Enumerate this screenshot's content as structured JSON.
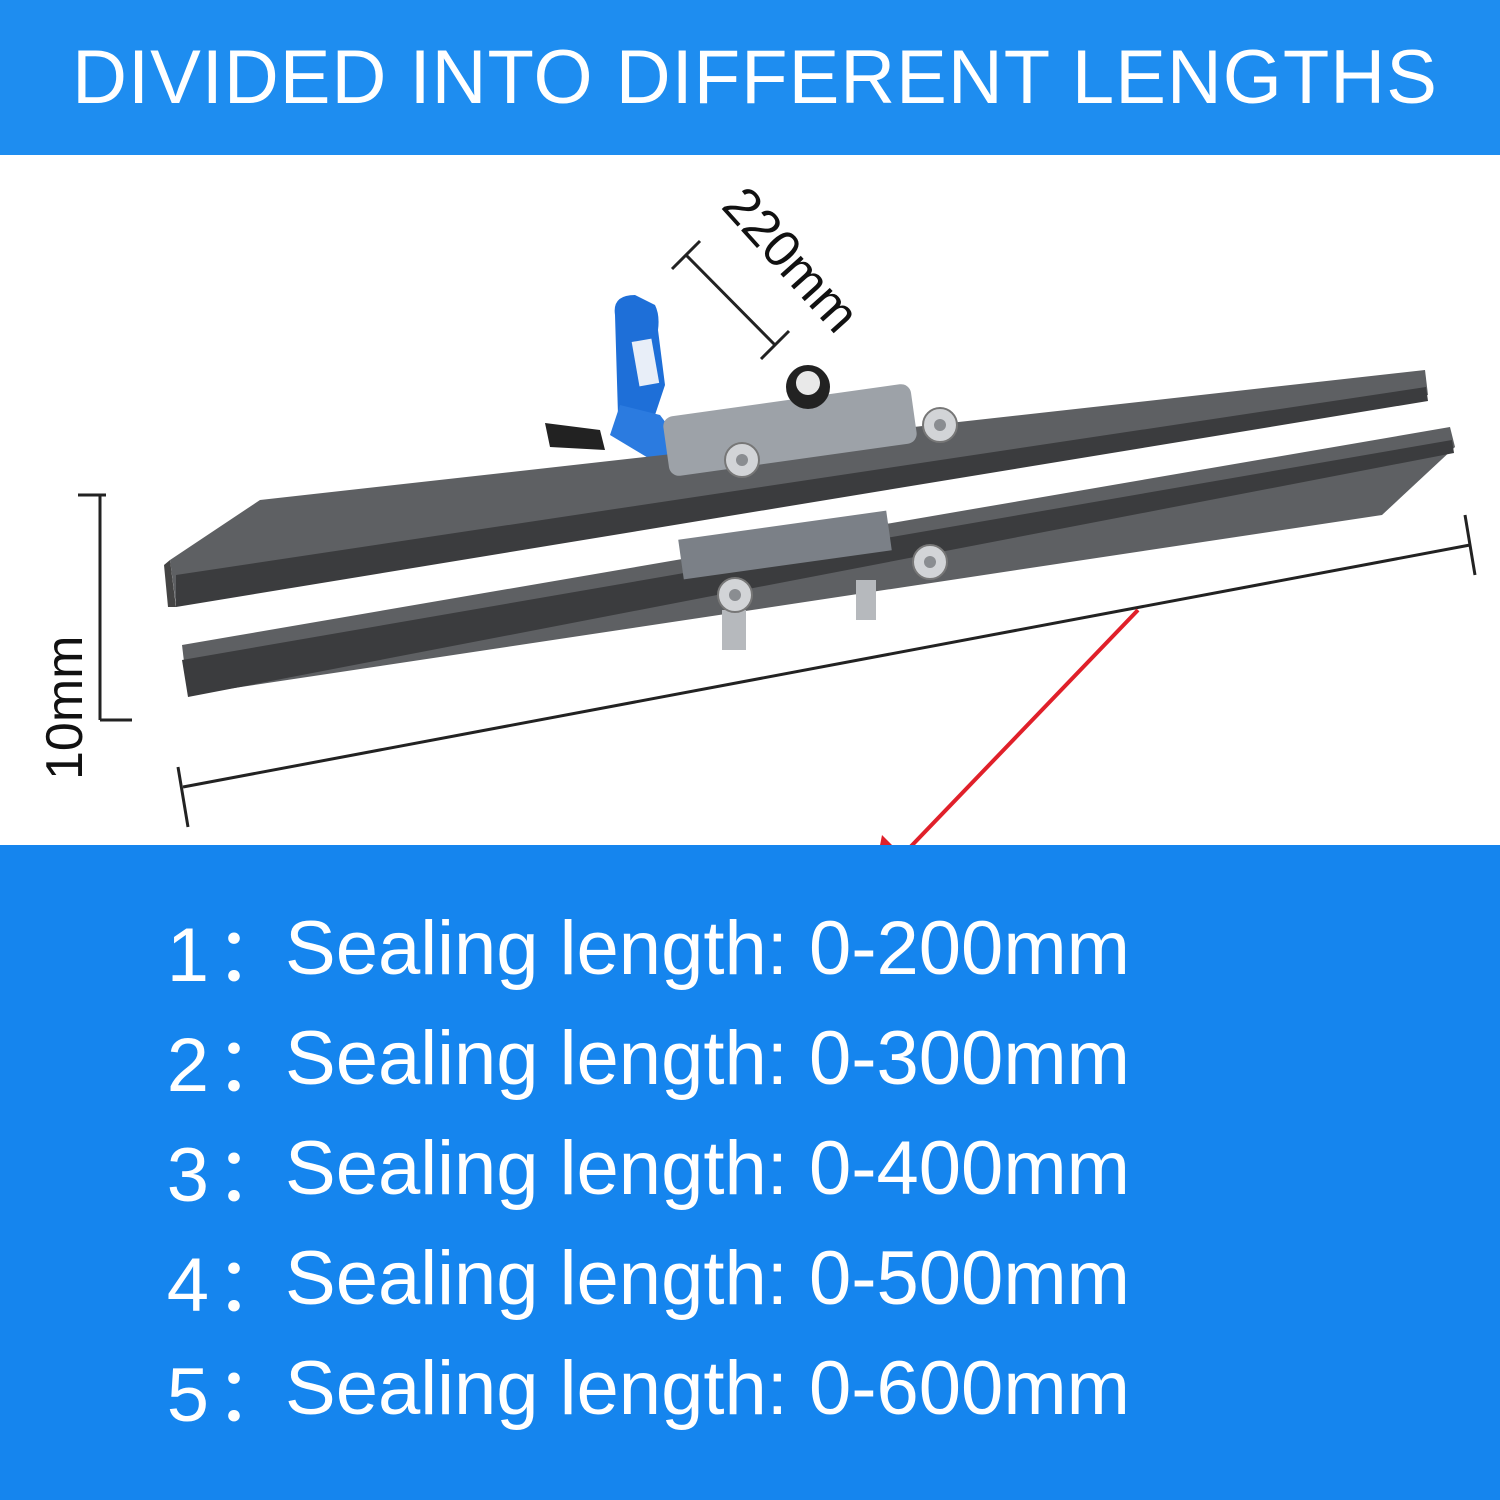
{
  "header": {
    "title": "DIVIDED INTO DIFFERENT LENGTHS"
  },
  "product": {
    "dimensions": {
      "handle_width": "220mm",
      "jaw_height": "10mm"
    },
    "icons": [
      "impulse-sealer-product",
      "measurement-line",
      "red-arrow-icon"
    ]
  },
  "specs": {
    "items": [
      {
        "number": "1",
        "separator": "：",
        "text": "Sealing length: 0-200mm"
      },
      {
        "number": "2",
        "separator": "：",
        "text": "Sealing length: 0-300mm"
      },
      {
        "number": "3",
        "separator": "：",
        "text": "Sealing length: 0-400mm"
      },
      {
        "number": "4",
        "separator": "：",
        "text": "Sealing length: 0-500mm"
      },
      {
        "number": "5",
        "separator": "：",
        "text": "Sealing length: 0-600mm"
      }
    ]
  },
  "colors": {
    "header_bg": "#1e8df0",
    "specs_bg": "#1585ee",
    "text": "#ffffff",
    "arrow": "#e0202a",
    "bar_gray": "#595b5e",
    "handle_blue": "#1e6fd8"
  }
}
